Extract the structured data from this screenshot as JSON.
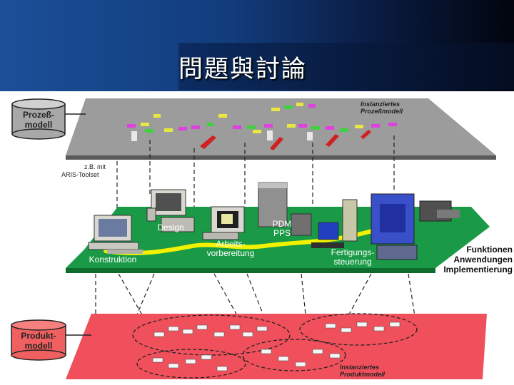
{
  "slide": {
    "title": "問題與討論"
  },
  "diagram": {
    "process_cylinder": [
      "Prozeß-",
      "modell"
    ],
    "product_cylinder": [
      "Produkt-",
      "modell"
    ],
    "process_instance": [
      "Instanziertes",
      "Prozeßmodell"
    ],
    "product_instance": [
      "Instanziertes",
      "Produktmodell"
    ],
    "aris_note": [
      "z.B. mit",
      "ARIS-Toolset"
    ],
    "stations": {
      "design": "Design",
      "konstruktion": "Konstruktion",
      "arbeitsvorbereitung": [
        "Arbeits-",
        "vorbereitung"
      ],
      "pdm_pps": [
        "PDM",
        "PPS"
      ],
      "fertigungssteuerung": [
        "Fertigungs-",
        "steuerung"
      ]
    },
    "layers": [
      "Funktionen",
      "Anwendungen",
      "Implementierung"
    ],
    "colors": {
      "process_plane": "#9c9c9c",
      "function_plane": "#1a9a46",
      "product_plane": "#f0505c",
      "flow_arrow": "#f2f200"
    }
  }
}
